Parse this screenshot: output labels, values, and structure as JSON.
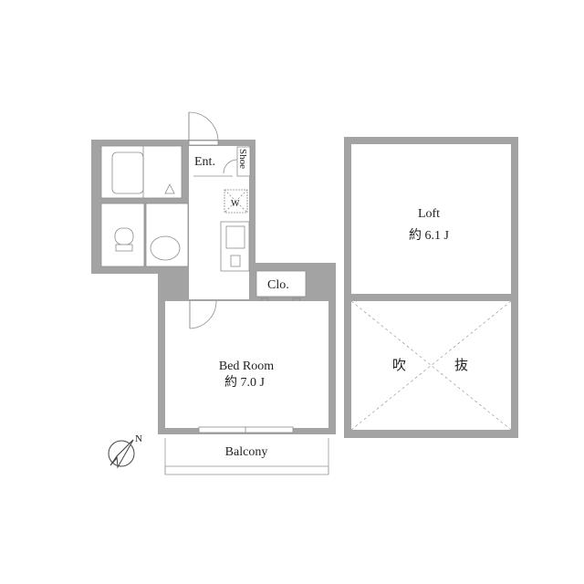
{
  "colors": {
    "wall": "#a3a3a3",
    "line": "#8c8c8c",
    "text": "#222222"
  },
  "rooms": {
    "entrance": "Ent.",
    "shoe": "Shoe",
    "washer": "W",
    "closet": "Clo.",
    "bedroom": {
      "name": "Bed Room",
      "size": "約 7.0 J"
    },
    "loft": {
      "name": "Loft",
      "size": "約 6.1 J"
    },
    "void": {
      "char1": "吹",
      "char2": "抜"
    },
    "balcony": "Balcony"
  },
  "compass": {
    "label": "N",
    "icon": "north-arrow-icon"
  }
}
